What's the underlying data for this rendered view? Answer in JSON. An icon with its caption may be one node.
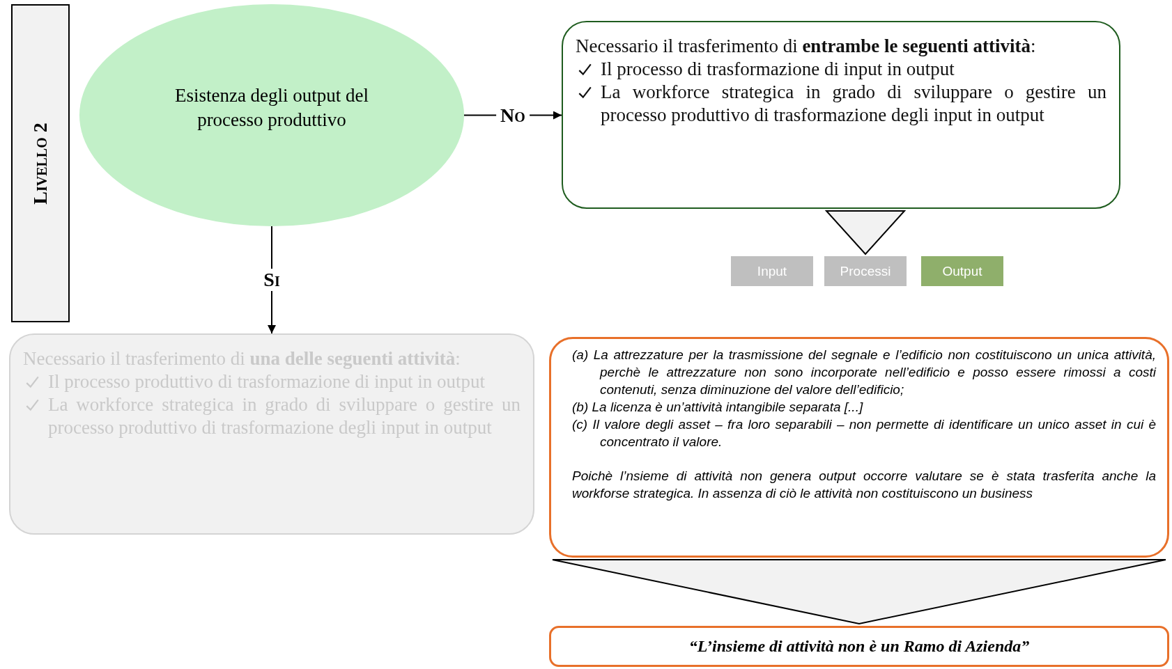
{
  "diagram": {
    "nodes": [
      {
        "text": [
          "Livello 2"
        ]
      },
      {
        "text": [
          "Esistenza degli output del processo produttivo"
        ]
      },
      {
        "text": [
          "Necessario il trasferimento di **entrambe le seguenti attività**:",
          "Il processo di trasformazione di input in output",
          "La workforce strategica in grado di sviluppare o gestire un processo produttivo di trasformazione degli input in output"
        ]
      },
      {
        "text": [
          "Input"
        ]
      },
      {
        "text": [
          "Processi"
        ]
      },
      {
        "text": [
          "Output"
        ]
      },
      {
        "text": [
          "Necessario il trasferimento di **una delle seguenti attività**:",
          "Il processo produttivo di trasformazione di input in output",
          "La workforce strategica in grado di sviluppare o gestire un processo produttivo di trasformazione degli input in output"
        ]
      },
      {
        "text": [
          "(a) La attrezzature per la trasmissione del segnale e l’edificio non costituiscono un unica attività, perchè le attrezzature non sono incorporate nell’edificio e posso essere rimossi a costi contenuti, senza diminuzione del valore dell’edificio;",
          "(b) La licenza è un’attività intangibile separata [...]",
          "(c) Il valore degli asset – fra loro separabili – non permette di identificare un unico asset in cui è concentrato il valore.",
          "Poichè l’nsieme di attività non genera output occorre valutare se è stata trasferita anche la workforse strategica. In assenza di ciò le attività non costituiscono un business"
        ]
      },
      {
        "text": [
          "“L’insieme di attività non è un Ramo di Azienda”"
        ]
      }
    ],
    "edges": [
      {
        "from": 1,
        "to": 2,
        "arrow": "to",
        "label": "No"
      },
      {
        "from": 1,
        "to": 6,
        "arrow": "to",
        "label": "Si"
      },
      {
        "from": 2,
        "to": 4,
        "arrow": "to"
      },
      {
        "from": 7,
        "to": 8,
        "arrow": "to"
      }
    ]
  }
}
